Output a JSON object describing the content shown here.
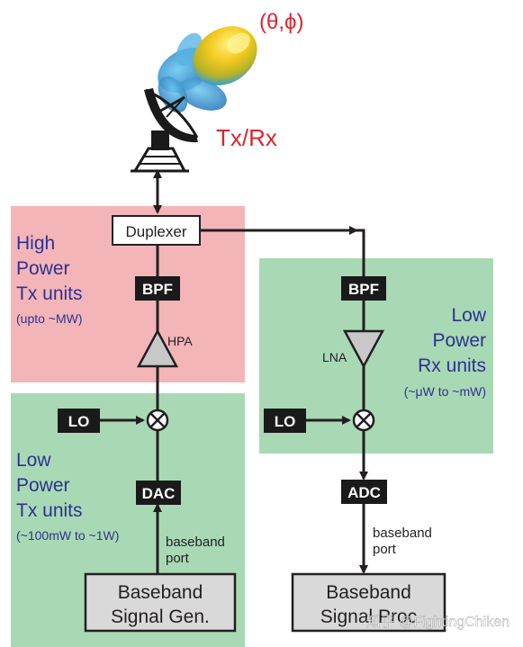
{
  "angle_label": "(θ,ϕ)",
  "txrx_label": "Tx/Rx",
  "duplexer": "Duplexer",
  "high_power": {
    "line1": "High",
    "line2": "Power",
    "line3": "Tx units",
    "range": "(upto ~MW)"
  },
  "low_power_tx": {
    "line1": "Low",
    "line2": "Power",
    "line3": "Tx units",
    "range": "(~100mW to ~1W)"
  },
  "low_power_rx": {
    "line1": "Low",
    "line2": "Power",
    "line3": "Rx units",
    "range": "(~μW to ~mW)"
  },
  "blocks": {
    "bpf": "BPF",
    "lo": "LO",
    "dac": "DAC",
    "adc": "ADC",
    "hpa": "HPA",
    "lna": "LNA"
  },
  "baseband_port": {
    "line1": "baseband",
    "line2": "port"
  },
  "baseband_gen": {
    "line1": "Baseband",
    "line2": "Signal Gen."
  },
  "baseband_proc": {
    "line1": "Baseband",
    "line2": "Signal Proc"
  },
  "watermark": "知乎 @FightingChiken",
  "colors": {
    "high_power_bg": "#f3b5b8",
    "low_power_bg": "#a8d9b4",
    "title_red": "#d9262e",
    "label_blue": "#2e3192",
    "block_dark": "#1a1a1a",
    "amp_gray": "#c8c8c8",
    "baseband_gray": "#d9d9d9"
  }
}
